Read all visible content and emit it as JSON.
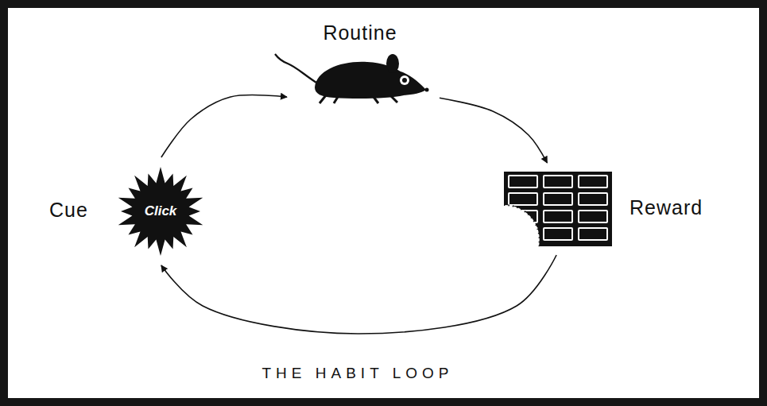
{
  "diagram": {
    "caption": "THE HABIT LOOP",
    "nodes": [
      {
        "text": [
          "Routine"
        ]
      },
      {
        "text": [
          "Cue",
          "Click"
        ]
      },
      {
        "text": [
          "Reward"
        ]
      }
    ],
    "edges": [
      {
        "from": 1,
        "to": 0,
        "arrow": "to"
      },
      {
        "from": 0,
        "to": 2,
        "arrow": "to"
      },
      {
        "from": 2,
        "to": 1,
        "arrow": "to"
      }
    ]
  }
}
